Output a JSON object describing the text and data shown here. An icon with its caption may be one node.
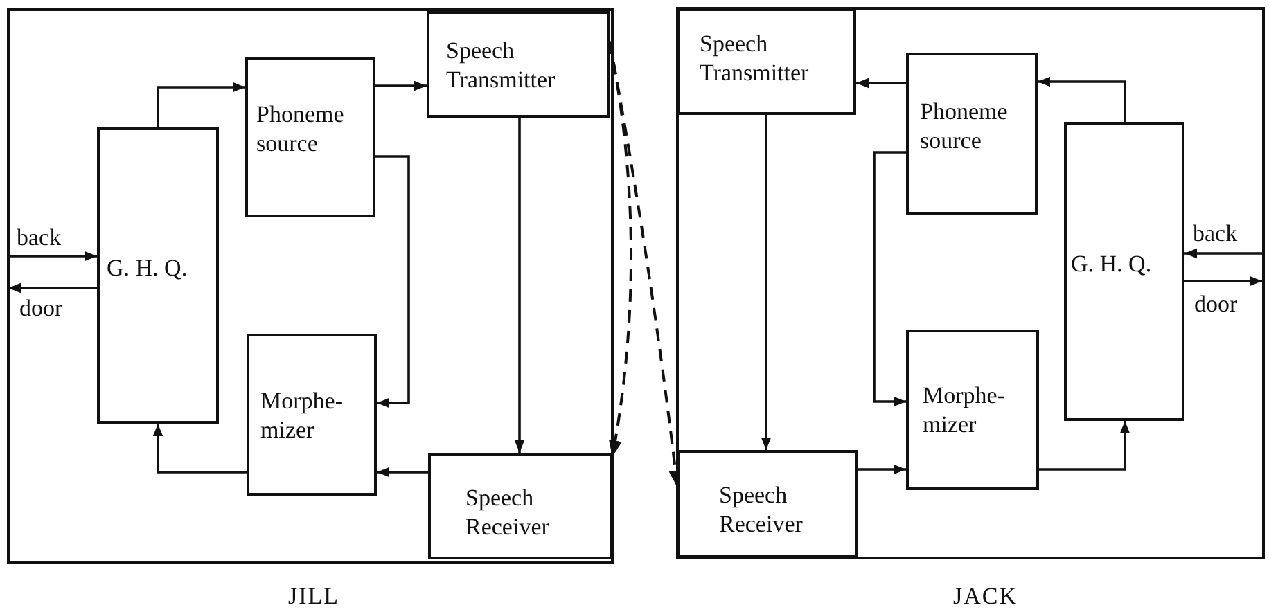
{
  "diagram": {
    "nodes": [
      {
        "text": [
          "JILL"
        ]
      },
      {
        "text": [
          "Speech Transmitter"
        ],
        "in": 0
      },
      {
        "text": [
          "Phoneme source"
        ],
        "in": 0
      },
      {
        "text": [
          "G. H. Q."
        ],
        "in": 0
      },
      {
        "text": [
          "Morphe- mizer"
        ],
        "in": 0
      },
      {
        "text": [
          "Speech Receiver"
        ],
        "in": 0
      },
      {
        "text": [
          "JACK"
        ]
      },
      {
        "text": [
          "Speech Transmitter"
        ],
        "in": 6
      },
      {
        "text": [
          "Phoneme source"
        ],
        "in": 6
      },
      {
        "text": [
          "G. H. Q."
        ],
        "in": 6
      },
      {
        "text": [
          "Morphe- mizer"
        ],
        "in": 6
      },
      {
        "text": [
          "Speech Receiver"
        ],
        "in": 6
      }
    ],
    "edges": [
      {
        "from": 3,
        "to": 2,
        "arrow": "to"
      },
      {
        "from": 2,
        "to": 1,
        "arrow": "to"
      },
      {
        "from": 1,
        "to": 5,
        "arrow": "to"
      },
      {
        "from": 2,
        "to": 4,
        "arrow": "to"
      },
      {
        "from": 5,
        "to": 4,
        "arrow": "to"
      },
      {
        "from": 4,
        "to": 3,
        "arrow": "to"
      },
      {
        "from": null,
        "to": 3,
        "arrow": "to",
        "label": "back"
      },
      {
        "from": 3,
        "to": null,
        "arrow": "to",
        "label": "door"
      },
      {
        "from": 1,
        "to": 5,
        "arrow": "to",
        "style": "dashed"
      },
      {
        "from": 1,
        "to": 11,
        "arrow": "to",
        "style": "dashed"
      },
      {
        "from": 9,
        "to": 8,
        "arrow": "to"
      },
      {
        "from": 8,
        "to": 7,
        "arrow": "to"
      },
      {
        "from": 7,
        "to": 11,
        "arrow": "to"
      },
      {
        "from": 8,
        "to": 10,
        "arrow": "to"
      },
      {
        "from": 11,
        "to": 10,
        "arrow": "to"
      },
      {
        "from": 10,
        "to": 9,
        "arrow": "to"
      },
      {
        "from": null,
        "to": 9,
        "arrow": "to",
        "label": "back"
      },
      {
        "from": 9,
        "to": null,
        "arrow": "to",
        "label": "door"
      }
    ]
  }
}
